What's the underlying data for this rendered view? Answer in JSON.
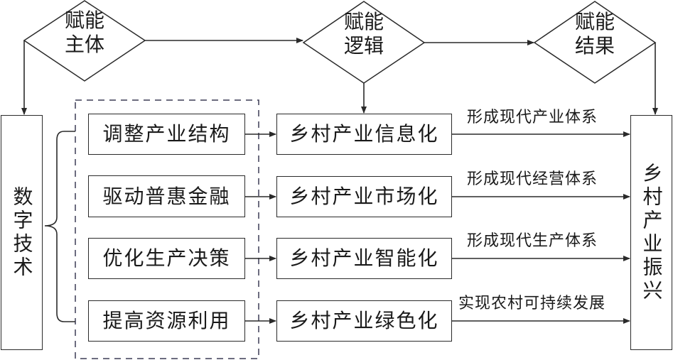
{
  "diagram": {
    "diamonds": [
      {
        "id": "empowerment-subject",
        "line1": "赋能",
        "line2": "主体"
      },
      {
        "id": "empowerment-logic",
        "line1": "赋能",
        "line2": "逻辑"
      },
      {
        "id": "empowerment-result",
        "line1": "赋能",
        "line2": "结果"
      }
    ],
    "source": {
      "label": "数字技术"
    },
    "target": {
      "label": "乡村产业振兴"
    },
    "mechanisms": [
      {
        "label": "调整产业结构"
      },
      {
        "label": "驱动普惠金融"
      },
      {
        "label": "优化生产决策"
      },
      {
        "label": "提高资源利用"
      }
    ],
    "outcomes": [
      {
        "label": "乡村产业信息化",
        "edge_label": "形成现代产业体系"
      },
      {
        "label": "乡村产业市场化",
        "edge_label": "形成现代经营体系"
      },
      {
        "label": "乡村产业智能化",
        "edge_label": "形成现代生产体系"
      },
      {
        "label": "乡村产业绿色化",
        "edge_label": "实现农村可持续发展"
      }
    ],
    "colors": {
      "line": "#2a2a2a",
      "dashed_border": "#3b3b55"
    }
  }
}
